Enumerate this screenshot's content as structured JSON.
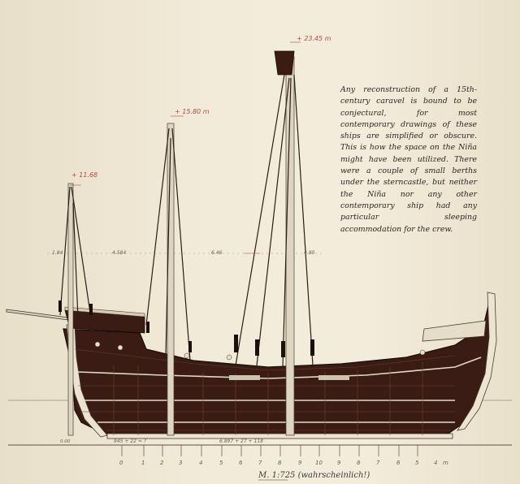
{
  "caption": "Any reconstruction of a 15th-century caravel is bound to be conjectural, for most contemporary drawings of these ships are simplified or obscure. This is how the space on the Niña might have been utilized. There were a couple of small berths under the sterncastle, but neither the Niña nor any other contemporary ship had any particular sleeping accommodation for the crew.",
  "masts": {
    "mizzen_height": "+ 11.68",
    "main_height": "+ 15.80 m",
    "fore_height": "+ 23.45 m"
  },
  "spacing": {
    "left_margin": "1.84",
    "span_a": "4.584",
    "span_b": "6.46",
    "span_c": "4.80"
  },
  "baseline": {
    "left_annotation": "945 + 22 = ?",
    "right_annotation": "6.897 + 27 + 118",
    "left_edge": "0.00",
    "station_numbers": [
      "0",
      "1",
      "2",
      "3",
      "4",
      "5",
      "6",
      "7",
      "8",
      "9",
      "10",
      "9",
      "8",
      "7",
      "6",
      "5",
      "4"
    ],
    "end_unit": "m"
  },
  "scale_note": "M. 1:725 (wahrscheinlich!)",
  "colors": {
    "hull": "#3a1c14",
    "wale": "#1f0f0b",
    "plank_lines": "#6e3a2a",
    "mast": "#ddd5c2",
    "rigging": "#2b1d16",
    "annotation": "#b04a45"
  }
}
